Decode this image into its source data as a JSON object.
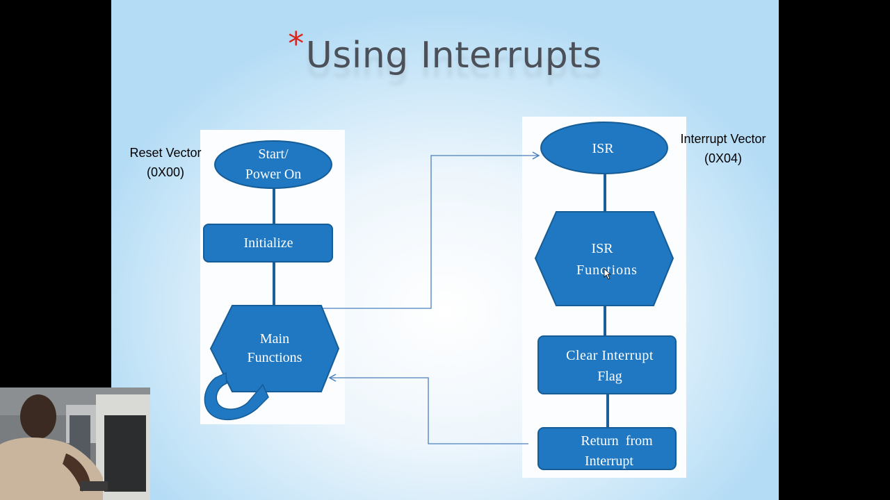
{
  "slide": {
    "title_star": "*",
    "title": "Using Interrupts"
  },
  "labels": {
    "reset_vector_line1": "Reset Vector",
    "reset_vector_line2": "(0X00)",
    "interrupt_vector_line1": "Interrupt Vector",
    "interrupt_vector_line2": "(0X04)"
  },
  "flow": {
    "start_line1": "Start/",
    "start_line2": "Power On",
    "initialize": "Initialize",
    "main_line1": "Main",
    "main_line2": "Functions",
    "isr": "ISR",
    "isr_func_line1": "ISR",
    "isr_func_line2": "Functions",
    "clear_line1": "Clear Interrupt",
    "clear_line2": "Flag",
    "return_line1": "Return  from",
    "return_line2": "Interrupt"
  },
  "colors": {
    "shape_fill": "#1f78c1",
    "shape_stroke": "#165c96",
    "connector": "#4a7fbf",
    "title_star": "#d7261e"
  }
}
